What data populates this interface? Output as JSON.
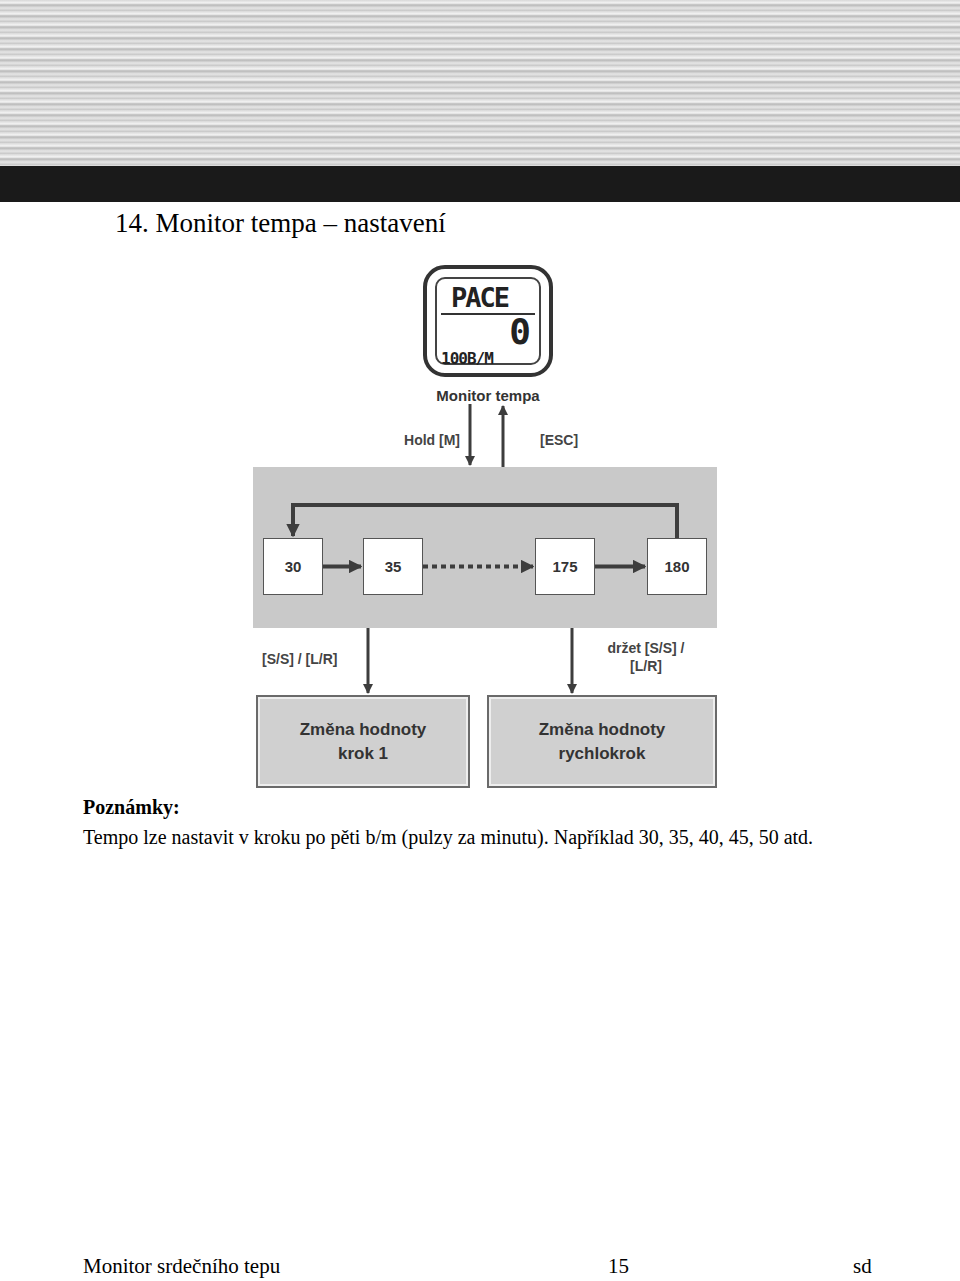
{
  "diagram": {
    "title": "14. Monitor tempa – nastavení",
    "nodes": [
      {
        "text": [
          "PACE",
          "0",
          "100B/M",
          "Monitor tempa"
        ]
      },
      {
        "text": []
      },
      {
        "text": [
          "30"
        ],
        "in": 1
      },
      {
        "text": [
          "35"
        ],
        "in": 1
      },
      {
        "text": [
          "175"
        ],
        "in": 1
      },
      {
        "text": [
          "180"
        ],
        "in": 1
      },
      {
        "text": [
          "Změna hodnoty krok 1"
        ]
      },
      {
        "text": [
          "Změna hodnoty rychlokrok"
        ]
      }
    ],
    "edges": [
      {
        "from": 0,
        "to": 1,
        "label": "Hold [M]",
        "arrow": "to"
      },
      {
        "from": 1,
        "to": 0,
        "label": "[ESC]",
        "arrow": "to"
      },
      {
        "from": 2,
        "to": 3,
        "arrow": "to"
      },
      {
        "from": 3,
        "to": 4,
        "arrow": "to"
      },
      {
        "from": 4,
        "to": 5,
        "arrow": "to"
      },
      {
        "from": 5,
        "to": 2,
        "arrow": "to"
      },
      {
        "from": 1,
        "to": 6,
        "label": "[S/S] / [L/R]",
        "arrow": "to"
      },
      {
        "from": 1,
        "to": 7,
        "label": "držet [S/S] / [L/R]",
        "arrow": "to"
      }
    ],
    "labels": [
      "Poznámky:",
      "Tempo lze nastavit v kroku po pěti b/m (pulzy za minutu). Například 30, 35, 40, 45, 50 atd.",
      "Monitor srdečního tepu",
      "15",
      "sd"
    ]
  }
}
